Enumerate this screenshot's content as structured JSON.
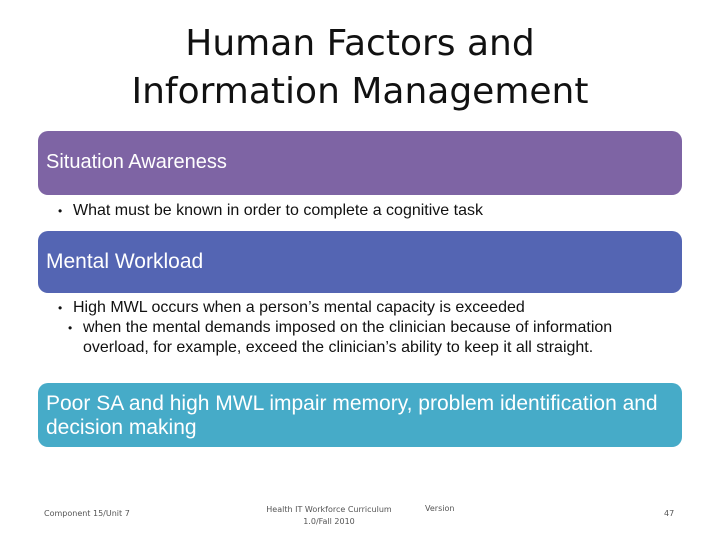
{
  "slide": {
    "title_line1": "Human Factors and",
    "title_line2": "Information Management"
  },
  "sections": [
    {
      "heading": "Situation Awareness",
      "bullets": [
        "What must be known in order to complete a cognitive task"
      ]
    },
    {
      "heading": "Mental Workload",
      "bullets": [
        "High MWL occurs when a person’s mental capacity is exceeded"
      ],
      "sub_bullets": [
        "when the mental demands imposed on the clinician because of information overload, for example, exceed the clinician’s ability to keep it all straight."
      ]
    },
    {
      "heading": "Poor SA and high MWL impair memory, problem identification and decision making"
    }
  ],
  "footer": {
    "component": "Component 15/Unit 7",
    "curriculum_line1": "Health IT Workforce Curriculum",
    "curriculum_line2": "1.0/Fall 2010",
    "version": "Version",
    "page": "47"
  },
  "colors": {
    "section1": "#7e64a4",
    "section2": "#5465b3",
    "section3": "#46abc8"
  }
}
